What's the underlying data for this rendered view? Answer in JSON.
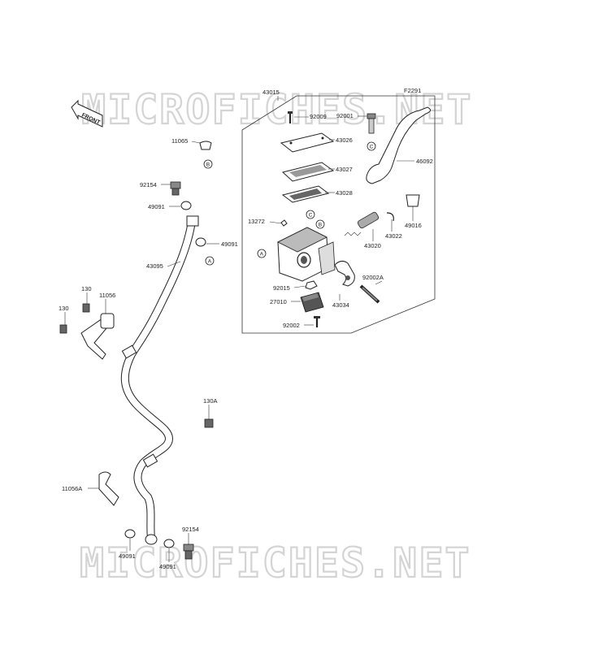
{
  "figure_code": "F2291",
  "watermark": "MICROFICHES.NET",
  "front_arrow": "FRONT",
  "parts": [
    {
      "id": "p43015",
      "label": "43015"
    },
    {
      "id": "p92009",
      "label": "92009"
    },
    {
      "id": "p43026",
      "label": "43026"
    },
    {
      "id": "p43027",
      "label": "43027"
    },
    {
      "id": "p43028",
      "label": "43028"
    },
    {
      "id": "p13272",
      "label": "13272"
    },
    {
      "id": "p92001",
      "label": "92001"
    },
    {
      "id": "p46092",
      "label": "46092"
    },
    {
      "id": "p49016",
      "label": "49016"
    },
    {
      "id": "p43022",
      "label": "43022"
    },
    {
      "id": "p43020",
      "label": "43020"
    },
    {
      "id": "p92002A",
      "label": "92002A"
    },
    {
      "id": "p92015",
      "label": "92015"
    },
    {
      "id": "p27010",
      "label": "27010"
    },
    {
      "id": "p43034",
      "label": "43034"
    },
    {
      "id": "p92002",
      "label": "92002"
    },
    {
      "id": "p11065",
      "label": "11065"
    },
    {
      "id": "p92154a",
      "label": "92154"
    },
    {
      "id": "p49091a",
      "label": "49091"
    },
    {
      "id": "p49091b",
      "label": "49091"
    },
    {
      "id": "p43095",
      "label": "43095"
    },
    {
      "id": "p130",
      "label": "130"
    },
    {
      "id": "p11056",
      "label": "11056"
    },
    {
      "id": "p130b",
      "label": "130"
    },
    {
      "id": "p130A",
      "label": "130A"
    },
    {
      "id": "p11056A",
      "label": "11056A"
    },
    {
      "id": "p92154b",
      "label": "92154"
    },
    {
      "id": "p49091c",
      "label": "49091"
    },
    {
      "id": "p49091d",
      "label": "49091"
    }
  ],
  "reference_marks": [
    "A",
    "B",
    "C",
    "A",
    "B",
    "C"
  ]
}
